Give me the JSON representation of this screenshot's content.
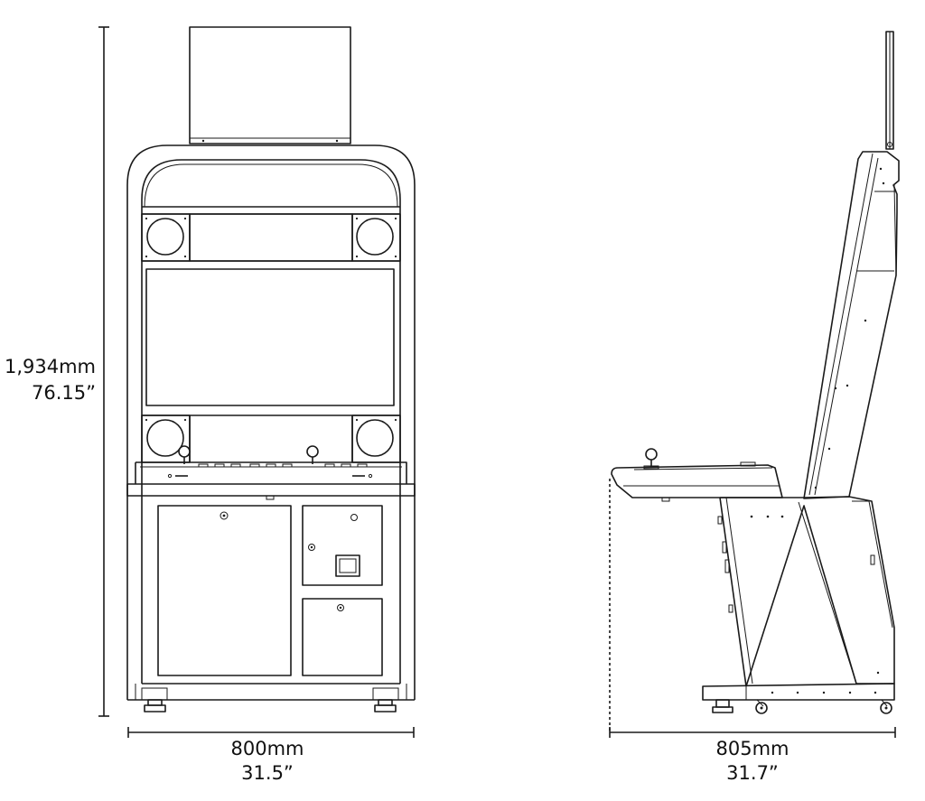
{
  "dimensions": {
    "height": {
      "metric": "1,934mm",
      "imperial": "76.15”"
    },
    "front_width": {
      "metric": "800mm",
      "imperial": "31.5”"
    },
    "side_depth": {
      "metric": "805mm",
      "imperial": "31.7”"
    }
  }
}
